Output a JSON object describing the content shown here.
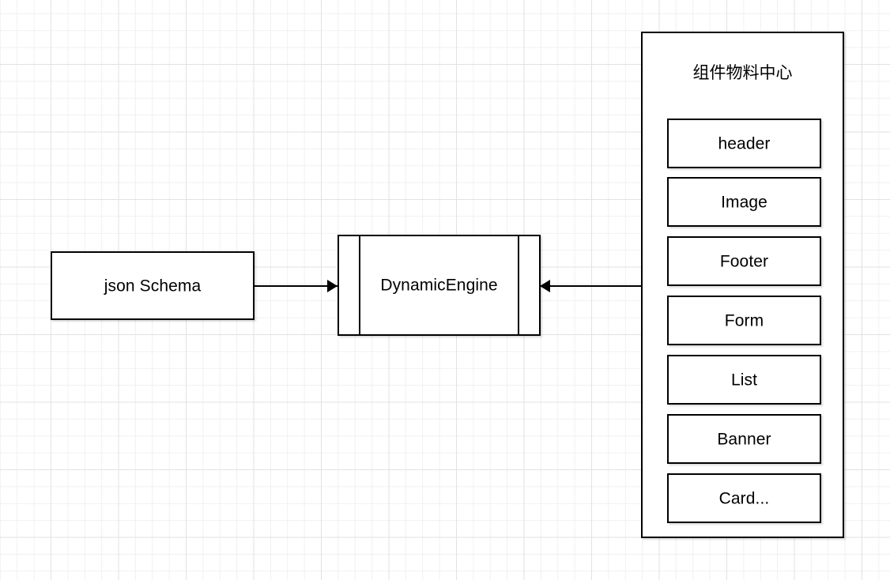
{
  "diagram": {
    "type": "flow-diagram",
    "background": "#ffffff",
    "grid": {
      "visible": true,
      "minor_color": "#f0f0f0",
      "major_color": "#e2e2e2"
    },
    "stroke_color": "#000000",
    "fill_color": "#ffffff"
  },
  "nodes": {
    "json_schema": {
      "label": "json Schema",
      "shape": "rectangle"
    },
    "dynamic_engine": {
      "label": "DynamicEngine",
      "shape": "subprocess"
    },
    "material_center": {
      "title": "组件物料中心",
      "shape": "container",
      "items": [
        {
          "label": "header"
        },
        {
          "label": "Image"
        },
        {
          "label": "Footer"
        },
        {
          "label": "Form"
        },
        {
          "label": "List"
        },
        {
          "label": "Banner"
        },
        {
          "label": "Card..."
        }
      ]
    }
  },
  "edges": [
    {
      "id": "schema-to-engine",
      "from": "json_schema",
      "to": "dynamic_engine",
      "direction": "right",
      "arrow": "arrow-right-icon",
      "label": ""
    },
    {
      "id": "center-to-engine",
      "from": "material_center",
      "to": "dynamic_engine",
      "direction": "left",
      "arrow": "arrow-left-icon",
      "label": ""
    }
  ]
}
